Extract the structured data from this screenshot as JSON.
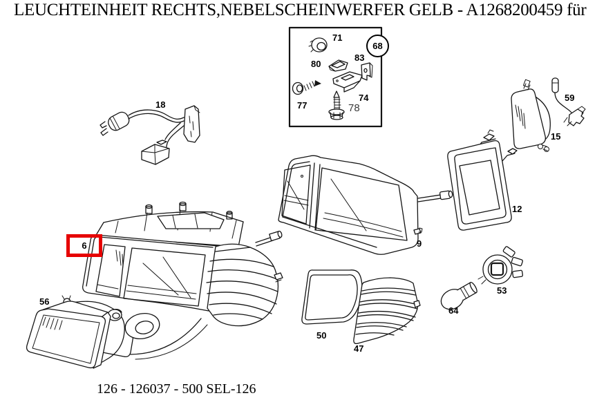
{
  "title": "LEUCHTEINHEIT RECHTS,NEBELSCHEINWERFER GELB - A1268200459 für",
  "footer": "126 - 126037 - 500 SEL-126",
  "selected_part": "6",
  "colors": {
    "highlight": "#e60000",
    "line": "#141414",
    "background": "#ffffff"
  },
  "labels": {
    "6": "6",
    "9": "9",
    "12": "12",
    "15": "15",
    "18": "18",
    "47": "47",
    "50": "50",
    "53": "53",
    "56": "56",
    "59": "59",
    "64": "64",
    "68": "68",
    "71": "71",
    "74": "74",
    "77": "77",
    "78": "78",
    "80": "80",
    "83": "83"
  }
}
